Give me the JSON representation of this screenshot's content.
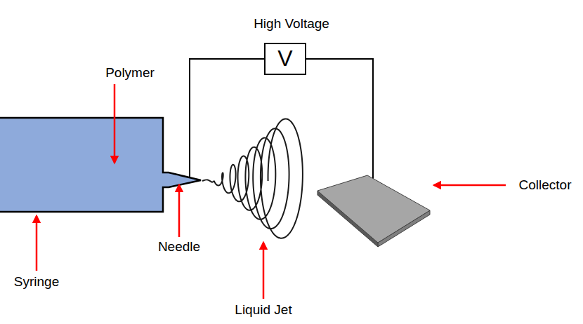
{
  "diagram": {
    "nodes": [
      {
        "text": [
          "V"
        ]
      }
    ],
    "labels": [
      "High Voltage",
      "Polymer",
      "Collector",
      "Syringe",
      "Needle",
      "Liquid Jet"
    ]
  }
}
